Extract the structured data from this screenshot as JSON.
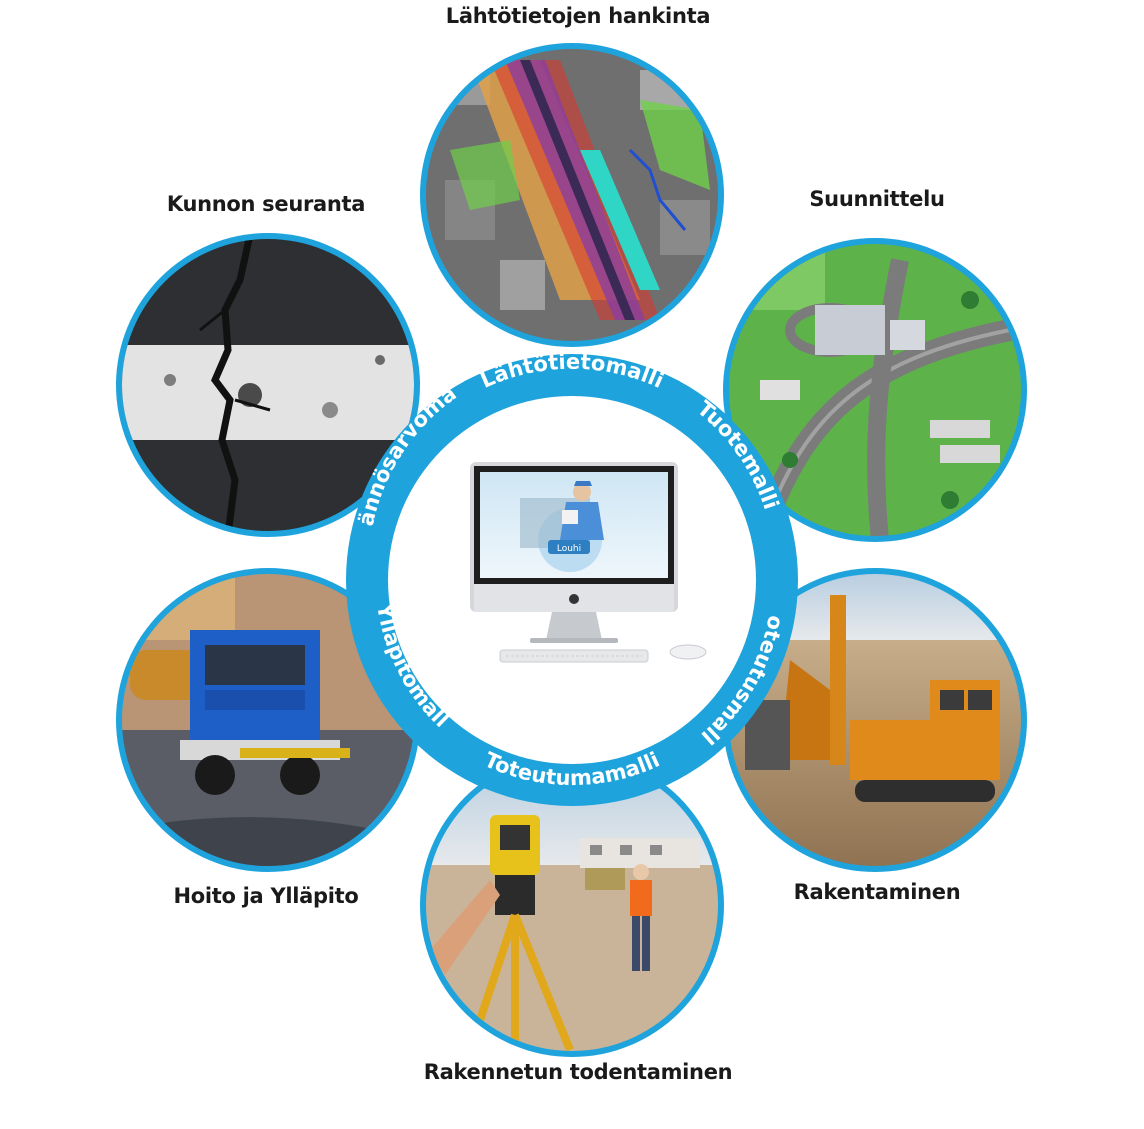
{
  "stages": {
    "top": "Lähtötietojen hankinta",
    "top_right": "Suunnittelu",
    "bottom_right": "Rakentaminen",
    "bottom": "Rakennetun todentaminen",
    "bottom_left": "Hoito ja Ylläpito",
    "top_left": "Kunnon seuranta"
  },
  "ring_models": {
    "top": "Lähtötietomalli",
    "right_upper": "Tuotemalli",
    "right_lower": "Toteutusmalli",
    "bottom": "Toteutumamalli",
    "left_lower": "Ylläpitomalli",
    "left_upper": "Jäännösarvomalli"
  },
  "center": {
    "software_logo": "Louhi"
  },
  "colors": {
    "ring_blue": "#1ea3dc",
    "label_dark": "#1a1a1a",
    "background": "#ffffff"
  }
}
